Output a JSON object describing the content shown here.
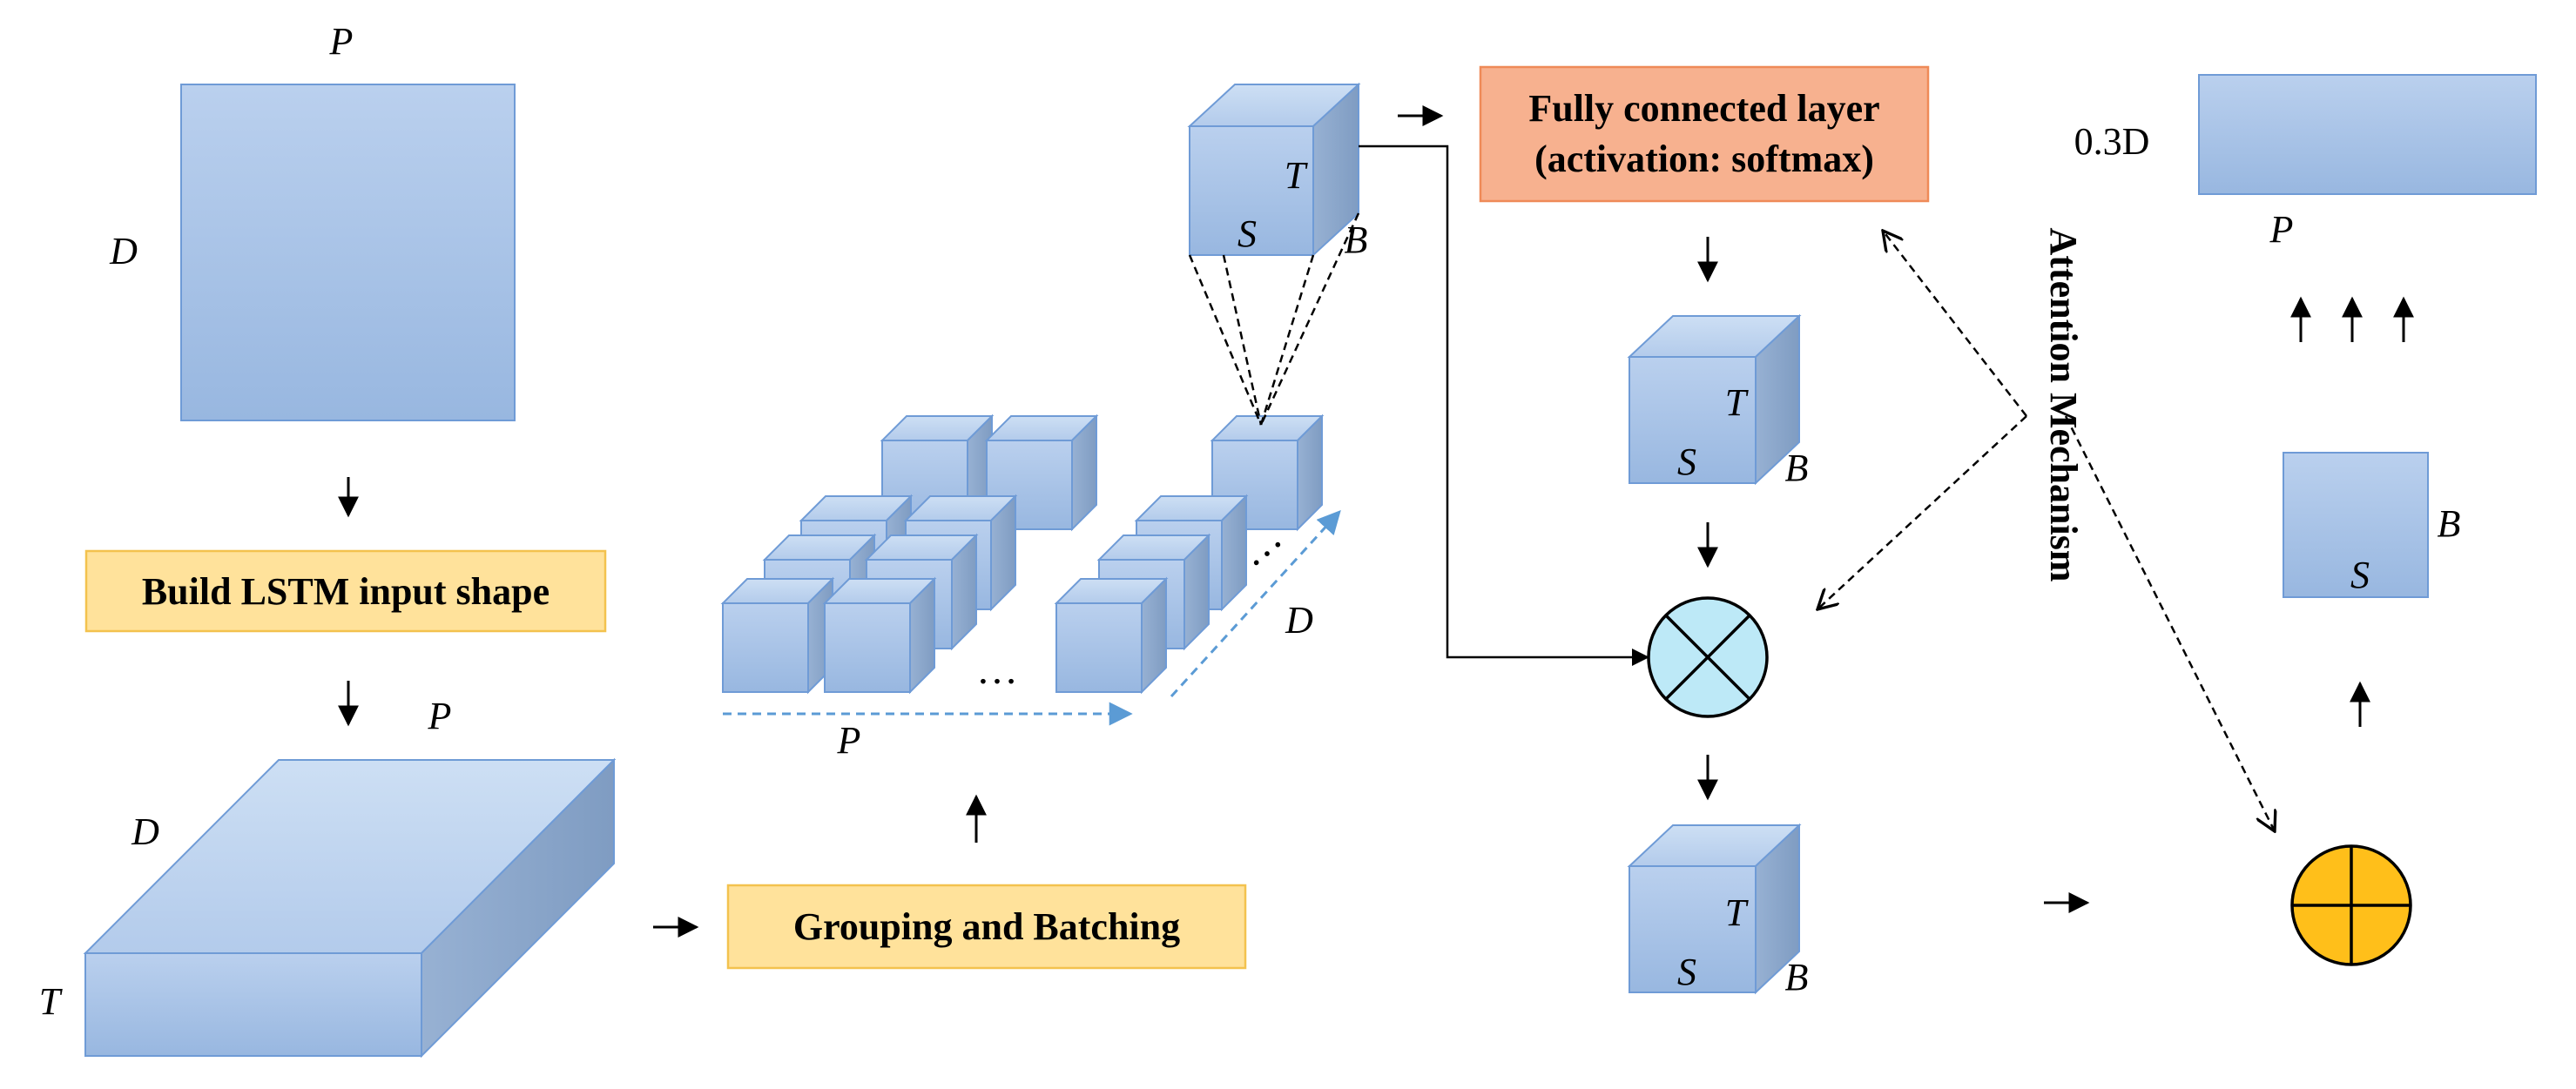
{
  "diagram": {
    "labels": {
      "build_lstm_input_shape": "Build LSTM input shape",
      "grouping_and_batching": "Grouping and Batching",
      "fully_connected_line1": "Fully connected layer",
      "fully_connected_line2": "(activation: softmax)",
      "attention_mechanism": "Attention Mechanism",
      "ellipsis": "…"
    },
    "dims": {
      "P": "P",
      "D": "D",
      "T": "T",
      "S": "S",
      "B": "B",
      "output_height": "0.3D"
    },
    "colors": {
      "cube_front": "#a9c4e6",
      "cube_top": "#c3d6f0",
      "cube_side": "#8aa6cb",
      "cube_edge": "#6f9bd6",
      "process_box_fill": "#ffe29b",
      "process_box_border": "#f3c24e",
      "fc_box_fill": "#f7b18f",
      "fc_box_border": "#ef8a58",
      "multiply_fill": "#bde9f7",
      "add_fill": "#ffbf1a",
      "arrow": "#000000",
      "dashed_blue": "#5b9bd5"
    }
  }
}
